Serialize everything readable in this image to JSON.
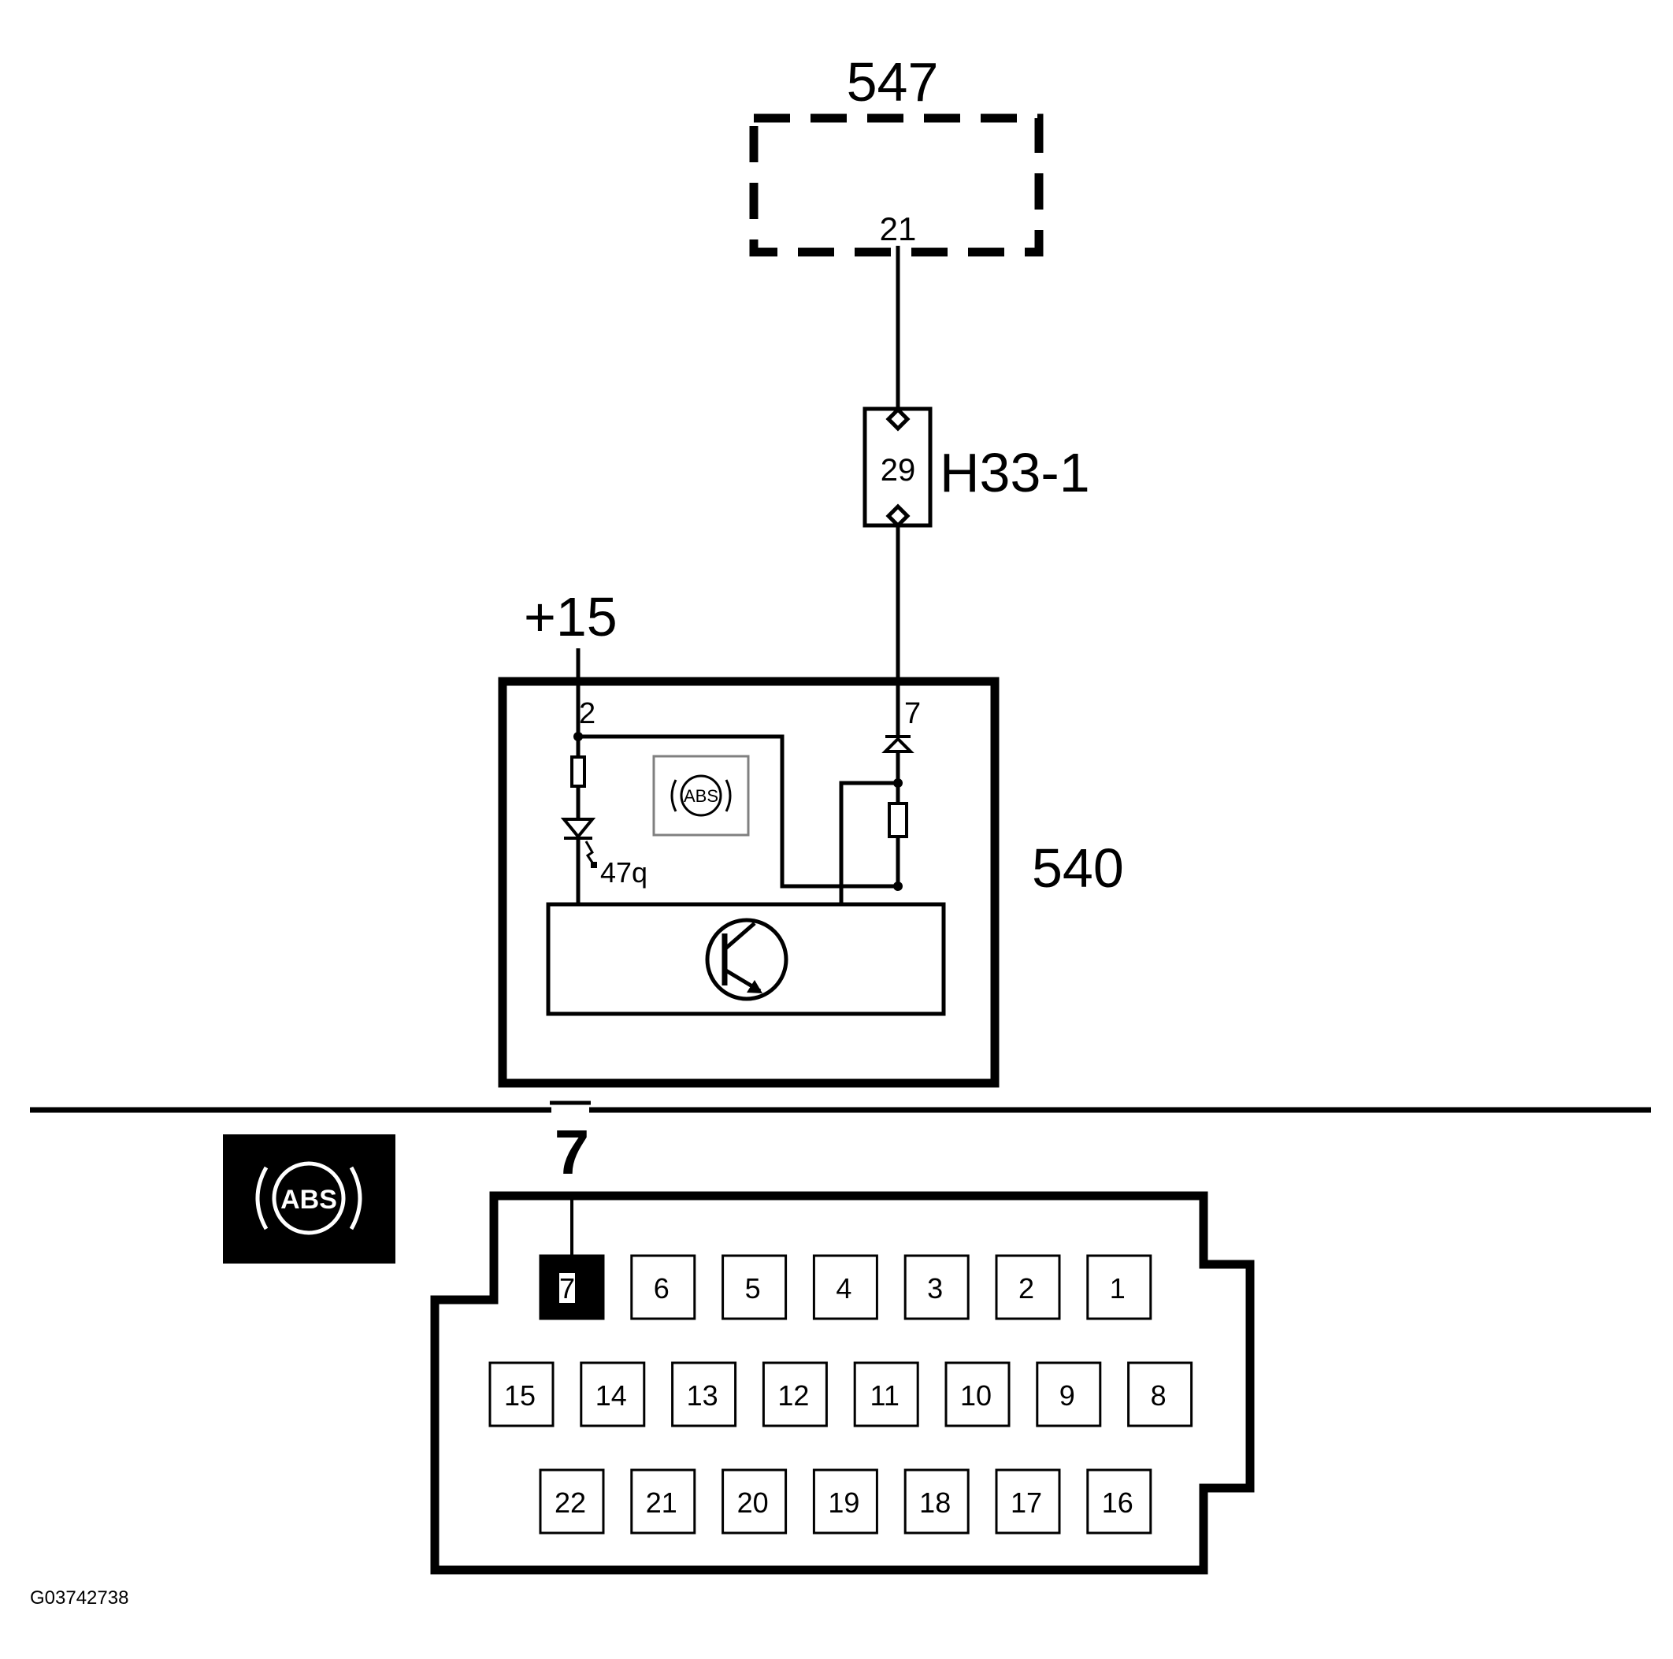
{
  "module_547": {
    "label": "547",
    "pin": "21"
  },
  "connector_h33": {
    "label": "H33-1",
    "pin": "29"
  },
  "supply": {
    "label": "+15"
  },
  "module_540": {
    "label": "540",
    "pin_left": "2",
    "pin_right": "7",
    "lamp_label": "47q",
    "icon_text": "ABS"
  },
  "connector_pin_callout": "7",
  "abs_symbol": {
    "text": "ABS"
  },
  "connector_pins": {
    "row1": [
      "7",
      "6",
      "5",
      "4",
      "3",
      "2",
      "1"
    ],
    "row2": [
      "15",
      "14",
      "13",
      "12",
      "11",
      "10",
      "9",
      "8"
    ],
    "row3": [
      "22",
      "21",
      "20",
      "19",
      "18",
      "17",
      "16"
    ],
    "highlighted": "7"
  },
  "figure_id": "G03742738",
  "colors": {
    "ink": "#000000",
    "paper": "#ffffff",
    "icon_frame": "#808080"
  }
}
